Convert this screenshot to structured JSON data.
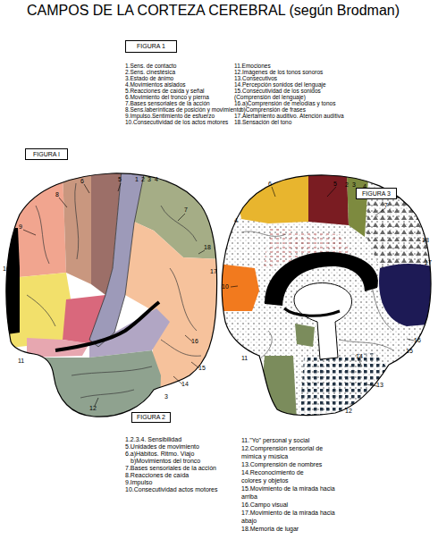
{
  "diagram": {
    "title": "CAMPOS DE LA CORTEZA CEREBRAL (según Brodman)",
    "nodes": [
      {
        "text": [
          "FIGURA 1"
        ]
      },
      {
        "text": [
          "FIGURA I"
        ]
      },
      {
        "text": [
          "FIGURA 3"
        ]
      },
      {
        "text": [
          "FIGURA 2"
        ]
      }
    ],
    "labels": [
      "1.Sens. de contacto",
      "2.Sens. cinestésica",
      "3.Estado de ánimo",
      "4.Movimientos aislados",
      "5.Reacciones de caída y señal",
      "6.Movimiento del tronco y pierna",
      "7.Bases sensoriales de la acción",
      "8.Sens.laberínticas de posición y movimiento",
      "9.Impulso.Sentimiento de esfuerzo",
      "10.Consecutividad de los actos motores",
      "11.Emociones",
      "12.Imágenes de los tonos sonoros",
      "13.Consecutivos",
      "14.Percepción sonidos del lenguaje",
      "15.Consecutividad de los sonidos (Comprensión del lenguaje)",
      "16.a)Comprensión de melodías y tonos",
      "b)Comprensión de frases",
      "17.Alertamiento auditivo. Atención auditiva",
      "18.Sensación del tono",
      "9",
      "8",
      "6",
      "5",
      "1",
      "2",
      "3",
      "4",
      "7",
      "18",
      "17",
      "10",
      "11",
      "12",
      "3",
      "14",
      "15",
      "16",
      "4",
      "6",
      "5",
      "2",
      "3",
      "4",
      "7",
      "18",
      "17",
      "10",
      "11",
      "16",
      "15",
      "14",
      "13",
      "12",
      "1.2.3.4. Sensibilidad",
      "5.Unidades de movimiento",
      "6.a)Hábitos. Ritmo. Viajo",
      "b)Movimientos del tronco",
      "7.Bases sensoriales de la acción",
      "8.Reacciones de caída",
      "9.Impulso",
      "10.Consecutividad actos motores",
      "11.\"Yo\" personal y social",
      "12.Comprensión sensorial de mímica y música",
      "13.Comprensión de nombres",
      "14.Reconocimiento de colores y objetos",
      "15.Movimiento de la mirada hacia arriba",
      "16.Campo visual",
      "17.Movimiento de la mirada hacia abajo",
      "18.Memoria de lugar"
    ]
  }
}
